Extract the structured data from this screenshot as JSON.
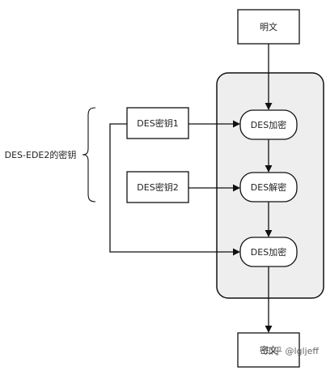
{
  "diagram": {
    "nodes": {
      "plaintext": "明文",
      "key1": "DES密钥1",
      "key2": "DES密钥2",
      "encrypt1": "DES加密",
      "decrypt": "DES解密",
      "encrypt2": "DES加密",
      "ciphertext": "密文"
    },
    "brace_label": "DES-EDE2的密钥",
    "watermark": "知乎 @lgljeff"
  },
  "colors": {
    "stroke": "#111111",
    "panel_fill": "#eeeeee",
    "background": "#ffffff",
    "text": "#222222"
  }
}
